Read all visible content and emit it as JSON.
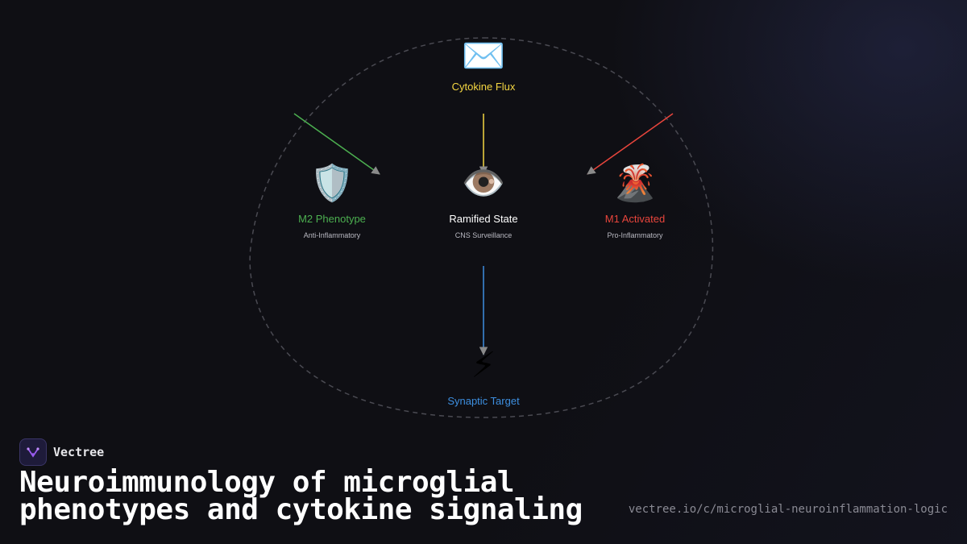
{
  "diagram": {
    "nodes": {
      "top": {
        "icon": "envelope-icon",
        "glyph": "✉️",
        "title": "Cytokine Flux",
        "subtitle": "",
        "color": "#f5d742"
      },
      "left": {
        "icon": "shield-icon",
        "glyph": "🛡️",
        "title": "M2 Phenotype",
        "subtitle": "Anti-Inflammatory",
        "color": "#4caf50"
      },
      "center": {
        "icon": "eye-icon",
        "glyph": "👁️",
        "title": "Ramified State",
        "subtitle": "CNS Surveillance",
        "color": "#ffffff"
      },
      "right": {
        "icon": "volcano-icon",
        "glyph": "🌋",
        "title": "M1 Activated",
        "subtitle": "Pro-Inflammatory",
        "color": "#e8453c"
      },
      "bottom": {
        "icon": "lightning-icon",
        "glyph": "⚡",
        "title": "Synaptic Target",
        "subtitle": "",
        "color": "#3d8fe0"
      }
    },
    "edges": [
      {
        "from": "top",
        "to": "center",
        "color": "#f5d742"
      },
      {
        "from": "left-upper",
        "to": "left",
        "color": "#4caf50"
      },
      {
        "from": "right-upper",
        "to": "right",
        "color": "#e8453c"
      },
      {
        "from": "center",
        "to": "bottom",
        "color": "#3d8fe0"
      }
    ]
  },
  "brand": {
    "name": "Vectree"
  },
  "headline": "Neuroimmunology of microglial phenotypes and cytokine signaling",
  "url": "vectree.io/c/microglial-neuroinflammation-logic"
}
